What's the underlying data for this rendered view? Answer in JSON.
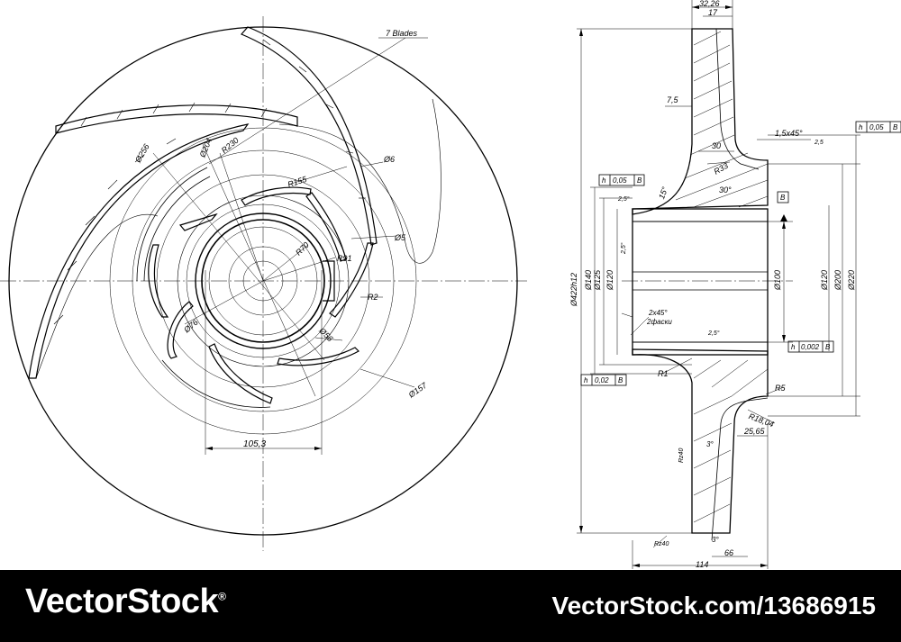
{
  "front_view": {
    "blade_note": "7 Blades",
    "dimensions": [
      "Ø256",
      "Ø204",
      "R230",
      "R155",
      "Ø6",
      "Ø5",
      "R70",
      "R91",
      "R2",
      "Ø76",
      "Ø56",
      "Ø157",
      "105,3"
    ]
  },
  "section_view": {
    "dimensions": [
      "32,26",
      "17",
      "7,5",
      "1,5x45°",
      "30",
      "R33",
      "30°",
      "15°",
      "2,5°",
      "2,5°",
      "2,5°",
      "2,5",
      "Ø422h12",
      "Ø140",
      "Ø125",
      "Ø120",
      "Ø100",
      "Ø120",
      "Ø200",
      "Ø220",
      "2x45°",
      "2фаски",
      "R1",
      "R5",
      "R18,04",
      "25,65",
      "3°",
      "3°",
      "Rz40",
      "Rz40",
      "66",
      "114"
    ],
    "tolerance_frames": [
      {
        "symbol": "h",
        "value": "0,05",
        "datum": "B"
      },
      {
        "symbol": "h",
        "value": "0,05",
        "datum": "B"
      },
      {
        "symbol": "h",
        "value": "0,02",
        "datum": "B"
      },
      {
        "symbol": "h",
        "value": "0,002",
        "datum": "B"
      }
    ],
    "datum_label": "B"
  },
  "footer": {
    "brand": "VectorStock",
    "registered": "®",
    "image_id": "VectorStock.com/13686915"
  }
}
